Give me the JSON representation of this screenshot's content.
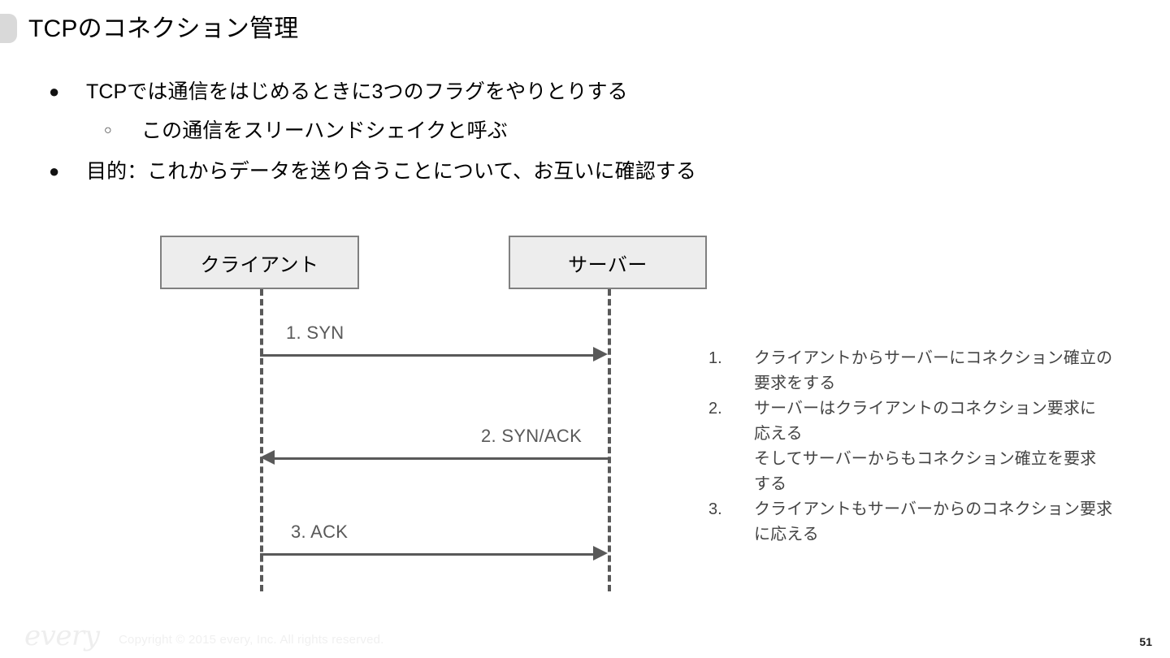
{
  "slide": {
    "title": "TCPのコネクション管理",
    "page_number": "51"
  },
  "bullets": [
    {
      "level": 1,
      "marker": "●",
      "text": "TCPでは通信をはじめるときに3つのフラグをやりとりする"
    },
    {
      "level": 2,
      "marker": "○",
      "text": "この通信をスリーハンドシェイクと呼ぶ"
    },
    {
      "level": 1,
      "marker": "●",
      "text": "目的：これからデータを送り合うことについて、お互いに確認する"
    }
  ],
  "diagram": {
    "nodes": {
      "client": "クライアント",
      "server": "サーバー"
    },
    "messages": [
      {
        "label": "1. SYN",
        "direction": "right"
      },
      {
        "label": "2. SYN/ACK",
        "direction": "left"
      },
      {
        "label": "3. ACK",
        "direction": "right"
      }
    ]
  },
  "steps": [
    {
      "number": "1.",
      "lines": [
        "クライアントからサーバーにコネクション確立の",
        "要求をする"
      ]
    },
    {
      "number": "2.",
      "lines": [
        "サーバーはクライアントのコネクション要求に",
        "応える",
        "そしてサーバーからもコネクション確立を要求",
        "する"
      ]
    },
    {
      "number": "3.",
      "lines": [
        "クライアントもサーバーからのコネクション要求",
        "に応える"
      ]
    }
  ],
  "footer": {
    "logo": "every",
    "copyright": "Copyright © 2015 every, Inc. All rights reserved."
  },
  "colors": {
    "title_marker": "#d9d9d9",
    "box_fill": "#ededed",
    "box_border": "#808080",
    "line": "#595959",
    "step_text": "#434343"
  }
}
